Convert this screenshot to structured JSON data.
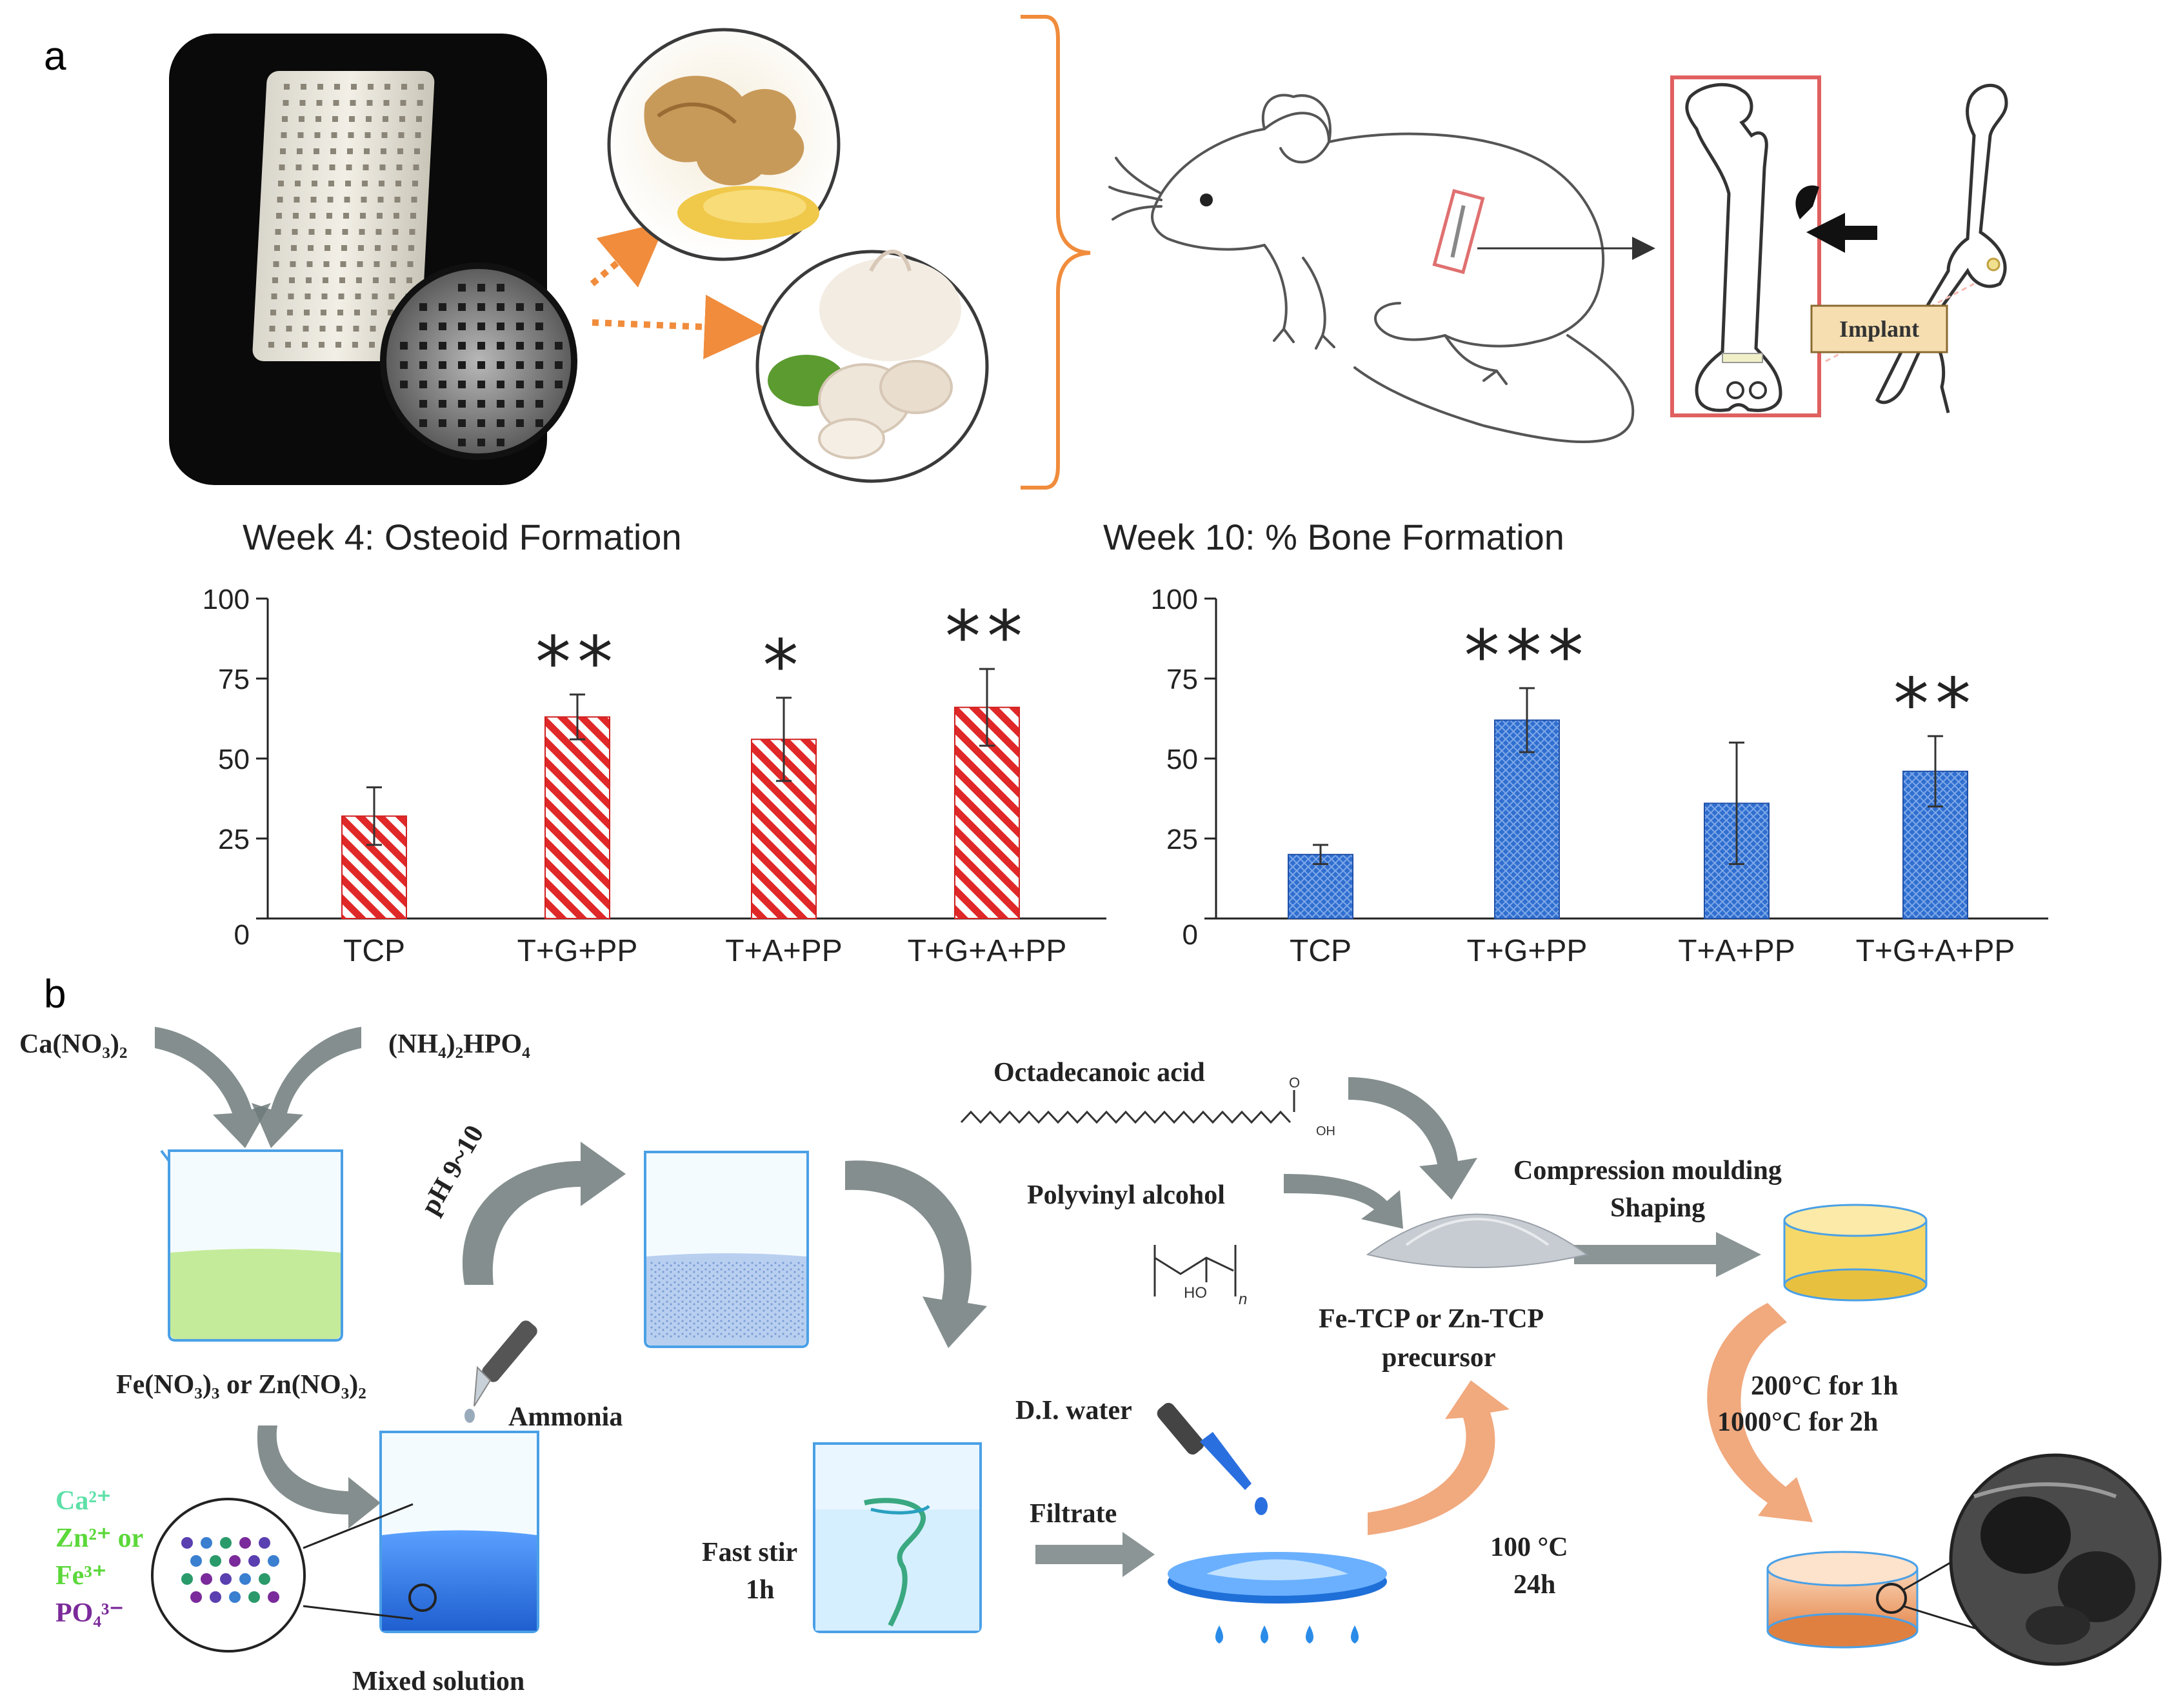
{
  "panel_a": {
    "label": "a",
    "implant_label": "Implant"
  },
  "panel_b": {
    "label": "b",
    "reagent1": "Ca(NO₃)₂",
    "reagent2": "(NH₄)₂HPO₄",
    "dopant": "Fe(NO₃)₃ or Zn(NO₃)₂",
    "ph": "pH 9~10",
    "ammonia": "Ammonia",
    "mixed": "Mixed solution",
    "ions": [
      "Ca²⁺",
      "Zn²⁺ or",
      "Fe³⁺",
      "PO₄³⁻"
    ],
    "fast_stir": [
      "Fast stir",
      "1h"
    ],
    "filtrate": "Filtrate",
    "di_water": "D.I. water",
    "octa": "Octadecanoic acid",
    "oh": "OH",
    "o": "O",
    "pva": "Polyvinyl alcohol",
    "pva_oh": "HO",
    "pva_n": "n",
    "precursor": [
      "Fe-TCP or Zn-TCP",
      "precursor"
    ],
    "dry": [
      "100 °C",
      "24h"
    ],
    "compression": [
      "Compression moulding",
      "Shaping"
    ],
    "sinter": [
      "200°C for 1h",
      "1000°C for 2h"
    ],
    "colors": {
      "ca": "#5ee0a8",
      "zn": "#5bd83a",
      "fe": "#5bd83a",
      "po": "#7a2a9a",
      "arrow_grey": "#6f7a7a",
      "arrow_orange": "#f0a070",
      "beaker_blue": "#1f6fd8"
    }
  },
  "chart_data": [
    {
      "type": "bar",
      "title": "Week 4: Osteoid Formation",
      "categories": [
        "TCP",
        "T+G+PP",
        "T+A+PP",
        "T+G+A+PP"
      ],
      "values": [
        32,
        63,
        56,
        66
      ],
      "errors": [
        9,
        7,
        13,
        12
      ],
      "significance": [
        "",
        "**",
        "*",
        "**"
      ],
      "ylim": [
        0,
        100
      ],
      "yticks": [
        "0",
        "25",
        "50",
        "75",
        "100"
      ],
      "pattern": "red-diagonal-hatch",
      "color": "#e02828"
    },
    {
      "type": "bar",
      "title": "Week 10: % Bone Formation",
      "categories": [
        "TCP",
        "T+G+PP",
        "T+A+PP",
        "T+G+A+PP"
      ],
      "values": [
        20,
        62,
        36,
        46
      ],
      "errors": [
        3,
        10,
        19,
        11
      ],
      "significance": [
        "",
        "***",
        "",
        "**"
      ],
      "ylim": [
        0,
        100
      ],
      "yticks": [
        "0",
        "25",
        "50",
        "75",
        "100"
      ],
      "pattern": "blue-crosshatch",
      "color": "#2f6fd0"
    }
  ]
}
